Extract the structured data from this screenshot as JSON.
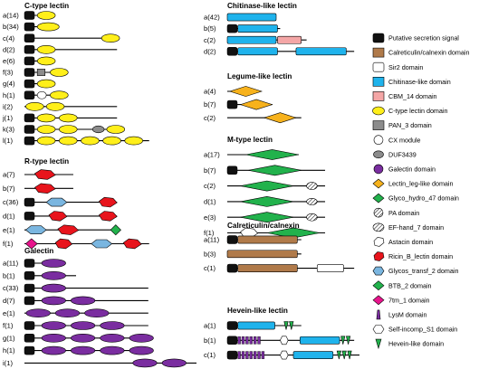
{
  "colors": {
    "signal": "#111111",
    "calret": "#B07A4A",
    "sir2": "#FFFFFF",
    "chitinase": "#1FB3EC",
    "cbm14": "#F4A6A6",
    "ctype": "#FFEF1A",
    "pan3": "#8C8C8C",
    "cx": "#FFFFFF",
    "duf": "#8C8C8C",
    "galectin": "#7A2DA0",
    "lectin_leg": "#F7B21C",
    "glyco47": "#22B24C",
    "pa": "#FFFFFF",
    "efhand": "#FFFFFF",
    "astacin": "#FFFFFF",
    "ricin": "#E8141C",
    "glycos2": "#7AB6E0",
    "btb": "#22B24C",
    "tm7": "#E8148C",
    "lysm": "#7A2DA0",
    "selfincomp": "#FFFFFF",
    "hevein": "#22B24C"
  },
  "legend": [
    {
      "key": "signal",
      "label": "Putative secretion signal",
      "icon": "rrect"
    },
    {
      "key": "calret",
      "label": "Calreticulin/calnexin domain",
      "icon": "rect"
    },
    {
      "key": "sir2",
      "label": "Sir2 domain",
      "icon": "rrect"
    },
    {
      "key": "chitinase",
      "label": "Chitinase-like domain",
      "icon": "rect"
    },
    {
      "key": "cbm14",
      "label": "CBM_14 domain",
      "icon": "rect"
    },
    {
      "key": "ctype",
      "label": "C-type lectin domain",
      "icon": "ellipse"
    },
    {
      "key": "pan3",
      "label": "PAN_3 domain",
      "icon": "rect"
    },
    {
      "key": "cx",
      "label": "CX module",
      "icon": "circle"
    },
    {
      "key": "duf",
      "label": "DUF3439",
      "icon": "smallellipse"
    },
    {
      "key": "galectin",
      "label": "Galectin domain",
      "icon": "circle"
    },
    {
      "key": "lectin_leg",
      "label": "Lectin_leg-like domain",
      "icon": "diamond"
    },
    {
      "key": "glyco47",
      "label": "Glyco_hydro_47 domain",
      "icon": "diamond"
    },
    {
      "key": "pa",
      "label": "PA domain",
      "icon": "hatchcircle"
    },
    {
      "key": "efhand",
      "label": "EF-hand_7 domain",
      "icon": "hatchoval"
    },
    {
      "key": "astacin",
      "label": "Astacin domain",
      "icon": "pentagon"
    },
    {
      "key": "ricin",
      "label": "Ricin_B_lectin domain",
      "icon": "pentagon"
    },
    {
      "key": "glycos2",
      "label": "Glycos_transf_2 domain",
      "icon": "hexagon"
    },
    {
      "key": "btb",
      "label": "BTB_2 domain",
      "icon": "diamond"
    },
    {
      "key": "tm7",
      "label": "7tm_1 domain",
      "icon": "diamond"
    },
    {
      "key": "lysm",
      "label": "LysM domain",
      "icon": "lysm"
    },
    {
      "key": "selfincomp",
      "label": "Self-incomp_S1 domain",
      "icon": "hexagon"
    },
    {
      "key": "hevein",
      "label": "Hevein-like domain",
      "icon": "hevein"
    }
  ],
  "groups": [
    {
      "title": "C-type lectin",
      "rows": [
        {
          "label": "a(14)",
          "len": 0.22,
          "sig": true,
          "doms": [
            [
              "ctype",
              0.1,
              0.14
            ]
          ]
        },
        {
          "label": "b(34)",
          "len": 0.23,
          "sig": true,
          "doms": [
            [
              "ctype",
              0.1,
              0.17
            ]
          ]
        },
        {
          "label": "c(4)",
          "len": 0.72,
          "sig": true,
          "doms": [
            [
              "ctype",
              0.6,
              0.14
            ]
          ]
        },
        {
          "label": "d(2)",
          "len": 0.72,
          "sig": true,
          "doms": [
            [
              "ctype",
              0.1,
              0.14
            ]
          ]
        },
        {
          "label": "e(6)",
          "len": 0.23,
          "sig": true,
          "doms": [
            [
              "ctype",
              0.1,
              0.14
            ]
          ]
        },
        {
          "label": "f(3)",
          "len": 0.22,
          "sig": true,
          "doms": [
            [
              "pan3",
              0.1,
              0.06
            ],
            [
              "ctype",
              0.2,
              0.14
            ]
          ]
        },
        {
          "label": "g(4)",
          "len": 0.22,
          "sig": true,
          "doms": [
            [
              "ctype",
              0.1,
              0.14
            ]
          ]
        },
        {
          "label": "h(1)",
          "len": 0.22,
          "sig": true,
          "doms": [
            [
              "cx",
              0.1,
              0.07
            ],
            [
              "ctype",
              0.2,
              0.14
            ]
          ]
        },
        {
          "label": "i(2)",
          "len": 0.72,
          "sig": false,
          "doms": [
            [
              "ctype",
              0.01,
              0.14
            ],
            [
              "ctype",
              0.17,
              0.14
            ]
          ]
        },
        {
          "label": "j(1)",
          "len": 0.72,
          "sig": true,
          "doms": [
            [
              "ctype",
              0.1,
              0.14
            ],
            [
              "ctype",
              0.27,
              0.14
            ]
          ]
        },
        {
          "label": "k(3)",
          "len": 0.72,
          "sig": true,
          "doms": [
            [
              "ctype",
              0.1,
              0.14
            ],
            [
              "ctype",
              0.27,
              0.14
            ],
            [
              "duf",
              0.53,
              0.09
            ],
            [
              "ctype",
              0.64,
              0.14
            ]
          ]
        },
        {
          "label": "l(1)",
          "len": 0.97,
          "sig": true,
          "doms": [
            [
              "ctype",
              0.1,
              0.14
            ],
            [
              "ctype",
              0.27,
              0.14
            ],
            [
              "ctype",
              0.44,
              0.14
            ],
            [
              "ctype",
              0.61,
              0.14
            ],
            [
              "ctype",
              0.78,
              0.14
            ]
          ]
        }
      ]
    },
    {
      "title": "R-type lectin",
      "rows": [
        {
          "label": "a(7)",
          "len": 0.38,
          "sig": false,
          "doms": [
            [
              "ricin",
              0.08,
              0.16
            ]
          ]
        },
        {
          "label": "b(7)",
          "len": 0.38,
          "sig": false,
          "doms": [
            [
              "ricin",
              0.08,
              0.16
            ]
          ]
        },
        {
          "label": "c(36)",
          "len": 0.72,
          "sig": true,
          "doms": [
            [
              "glycos2",
              0.17,
              0.16
            ],
            [
              "ricin",
              0.58,
              0.14
            ]
          ]
        },
        {
          "label": "d(1)",
          "len": 0.72,
          "sig": true,
          "doms": [
            [
              "ricin",
              0.19,
              0.14
            ],
            [
              "ricin",
              0.58,
              0.14
            ]
          ]
        },
        {
          "label": "e(1)",
          "len": 0.72,
          "sig": false,
          "doms": [
            [
              "glycos2",
              0.01,
              0.16
            ],
            [
              "ricin",
              0.26,
              0.16
            ],
            [
              "btb",
              0.67,
              0.08
            ]
          ]
        },
        {
          "label": "f(1)",
          "len": 0.97,
          "sig": false,
          "doms": [
            [
              "tm7",
              0.01,
              0.09
            ],
            [
              "ricin",
              0.24,
              0.13
            ],
            [
              "glycos2",
              0.52,
              0.16
            ],
            [
              "ricin",
              0.77,
              0.14
            ]
          ]
        }
      ]
    },
    {
      "title": "Galectin",
      "rows": [
        {
          "label": "a(11)",
          "len": 0.22,
          "sig": true,
          "doms": [
            [
              "galectin",
              0.1,
              0.14
            ]
          ]
        },
        {
          "label": "b(1)",
          "len": 0.3,
          "sig": true,
          "doms": [
            [
              "galectin",
              0.1,
              0.14
            ]
          ]
        },
        {
          "label": "c(33)",
          "len": 0.72,
          "sig": true,
          "doms": [
            [
              "galectin",
              0.1,
              0.14
            ]
          ]
        },
        {
          "label": "d(7)",
          "len": 0.72,
          "sig": true,
          "doms": [
            [
              "galectin",
              0.1,
              0.14
            ],
            [
              "galectin",
              0.27,
              0.14
            ]
          ]
        },
        {
          "label": "e(1)",
          "len": 0.72,
          "sig": false,
          "doms": [
            [
              "galectin",
              0.01,
              0.14
            ],
            [
              "galectin",
              0.18,
              0.14
            ],
            [
              "galectin",
              0.35,
              0.14
            ]
          ]
        },
        {
          "label": "f(1)",
          "len": 0.72,
          "sig": true,
          "doms": [
            [
              "galectin",
              0.1,
              0.14
            ],
            [
              "galectin",
              0.27,
              0.14
            ],
            [
              "galectin",
              0.44,
              0.14
            ]
          ]
        },
        {
          "label": "g(1)",
          "len": 0.72,
          "sig": true,
          "doms": [
            [
              "galectin",
              0.1,
              0.14
            ],
            [
              "galectin",
              0.27,
              0.14
            ],
            [
              "galectin",
              0.44,
              0.14
            ],
            [
              "galectin",
              0.61,
              0.14
            ]
          ]
        },
        {
          "label": "h(1)",
          "len": 0.72,
          "sig": true,
          "doms": [
            [
              "galectin",
              0.1,
              0.14
            ],
            [
              "galectin",
              0.27,
              0.14
            ],
            [
              "galectin",
              0.44,
              0.14
            ],
            [
              "galectin",
              0.61,
              0.14
            ]
          ]
        },
        {
          "label": "i(1)",
          "len": 1.0,
          "sig": false,
          "doms": [
            [
              "galectin",
              0.63,
              0.14
            ],
            [
              "galectin",
              0.8,
              0.14
            ]
          ]
        }
      ]
    },
    {
      "title": "Chitinase-like lectin",
      "rows": [
        {
          "label": "a(42)",
          "len": 0.3,
          "sig": false,
          "doms": [
            [
              "chitinase",
              0.0,
              0.37
            ]
          ]
        },
        {
          "label": "b(5)",
          "len": 0.4,
          "sig": true,
          "doms": [
            [
              "chitinase",
              0.08,
              0.3
            ]
          ]
        },
        {
          "label": "c(2)",
          "len": 0.6,
          "sig": false,
          "doms": [
            [
              "chitinase",
              0.0,
              0.37
            ],
            [
              "cbm14",
              0.38,
              0.18
            ]
          ]
        },
        {
          "label": "d(2)",
          "len": 0.96,
          "sig": true,
          "doms": [
            [
              "chitinase",
              0.08,
              0.3
            ],
            [
              "chitinase",
              0.52,
              0.38
            ]
          ]
        }
      ]
    },
    {
      "title": "Legume-like lectin",
      "rows": [
        {
          "label": "a(4)",
          "len": 0.24,
          "sig": false,
          "doms": [
            [
              "lectin_leg",
              0.02,
              0.24
            ]
          ]
        },
        {
          "label": "b(7)",
          "len": 0.34,
          "sig": true,
          "doms": [
            [
              "lectin_leg",
              0.1,
              0.24
            ]
          ]
        },
        {
          "label": "c(2)",
          "len": 0.56,
          "sig": false,
          "doms": [
            [
              "lectin_leg",
              0.28,
              0.24
            ]
          ]
        }
      ]
    },
    {
      "title": "M-type lectin",
      "rows": [
        {
          "label": "a(17)",
          "len": 0.54,
          "sig": false,
          "doms": [
            [
              "glyco47",
              0.14,
              0.4
            ]
          ]
        },
        {
          "label": "b(7)",
          "len": 0.74,
          "sig": true,
          "doms": [
            [
              "glyco47",
              0.16,
              0.4
            ]
          ]
        },
        {
          "label": "c(2)",
          "len": 0.74,
          "sig": false,
          "doms": [
            [
              "glyco47",
              0.1,
              0.4
            ],
            [
              "pa",
              0.6,
              0.08
            ]
          ]
        },
        {
          "label": "d(1)",
          "len": 0.74,
          "sig": false,
          "doms": [
            [
              "glyco47",
              0.1,
              0.4
            ],
            [
              "efhand",
              0.6,
              0.08
            ]
          ]
        },
        {
          "label": "e(3)",
          "len": 0.74,
          "sig": false,
          "doms": [
            [
              "glyco47",
              0.1,
              0.4
            ],
            [
              "pa",
              0.6,
              0.08
            ]
          ]
        },
        {
          "label": "f(1)",
          "len": 0.74,
          "sig": false,
          "doms": [
            [
              "astacin",
              0.1,
              0.13
            ],
            [
              "glyco47",
              0.3,
              0.4
            ]
          ]
        }
      ]
    },
    {
      "title": "Calreticulin/calnexin",
      "rows": [
        {
          "label": "a(11)",
          "len": 0.56,
          "sig": true,
          "doms": [
            [
              "calret",
              0.08,
              0.45
            ]
          ]
        },
        {
          "label": "b(3)",
          "len": 0.56,
          "sig": false,
          "doms": [
            [
              "calret",
              0.0,
              0.53
            ]
          ]
        },
        {
          "label": "c(1)",
          "len": 0.96,
          "sig": true,
          "doms": [
            [
              "calret",
              0.08,
              0.45
            ],
            [
              "sir2",
              0.68,
              0.2
            ]
          ]
        }
      ]
    },
    {
      "title": "Hevein-like lectin",
      "rows": [
        {
          "label": "a(1)",
          "len": 0.56,
          "sig": true,
          "doms": [
            [
              "chitinase",
              0.08,
              0.28
            ],
            [
              "hevein",
              0.43,
              0.03
            ],
            [
              "hevein",
              0.47,
              0.03
            ]
          ]
        },
        {
          "label": "b(1)",
          "len": 0.96,
          "sig": true,
          "doms": [
            [
              "lysm",
              0.08,
              0.02
            ],
            [
              "lysm",
              0.11,
              0.02
            ],
            [
              "lysm",
              0.14,
              0.02
            ],
            [
              "lysm",
              0.17,
              0.02
            ],
            [
              "lysm",
              0.2,
              0.02
            ],
            [
              "lysm",
              0.23,
              0.02
            ],
            [
              "selfincomp",
              0.4,
              0.06
            ],
            [
              "chitinase",
              0.55,
              0.3
            ],
            [
              "hevein",
              0.86,
              0.03
            ],
            [
              "hevein",
              0.9,
              0.03
            ]
          ]
        },
        {
          "label": "c(1)",
          "len": 1.0,
          "sig": true,
          "doms": [
            [
              "lysm",
              0.08,
              0.02
            ],
            [
              "lysm",
              0.11,
              0.02
            ],
            [
              "lysm",
              0.14,
              0.02
            ],
            [
              "lysm",
              0.17,
              0.02
            ],
            [
              "lysm",
              0.2,
              0.02
            ],
            [
              "lysm",
              0.23,
              0.02
            ],
            [
              "lysm",
              0.26,
              0.02
            ],
            [
              "selfincomp",
              0.4,
              0.06
            ],
            [
              "chitinase",
              0.5,
              0.3
            ],
            [
              "hevein",
              0.83,
              0.03
            ],
            [
              "hevein",
              0.87,
              0.03
            ],
            [
              "hevein",
              0.91,
              0.03
            ]
          ]
        }
      ]
    }
  ]
}
